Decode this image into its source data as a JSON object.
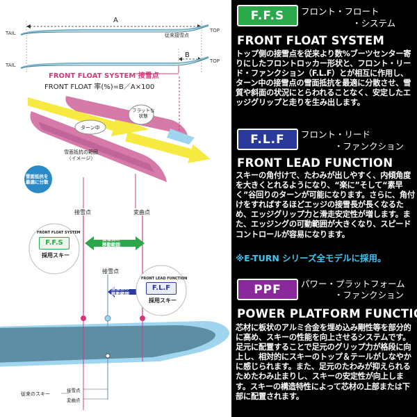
{
  "diagram": {
    "label_a": "A",
    "label_b": "B",
    "tail1": "TAIL",
    "top1": "TOP",
    "tail2": "TAIL",
    "top2": "TOP",
    "conventional_contact": "従来接雪点",
    "conventional_ski_label": "従来のスキー",
    "ffs_contact_title": "FRONT FLOAT SYSTEM 接雪点",
    "ffs_formula": "FRONT FLOAT 率(%)=B／A×100",
    "flat_state": "フラットな\n状態",
    "turn_middle": "ターン中",
    "snow_resist_range": "雪面抵抗の範囲\n（イメージ）",
    "snow_resist_optimal": "雪面抵抗を\n最適に分散",
    "contact_point": "接雪点",
    "bend_point": "変曲点",
    "ffs_adopt_title": "FRONT FLOAT SYSTEM",
    "ffs_badge": "F.F.S",
    "ffs_adopt_label": "採用スキー",
    "contact_range": "接雪点の\n移動範囲",
    "contact_point2": "接雪点",
    "contact_range2": "接雪点の\n移動範囲",
    "flf_adopt_title": "FRONT LEAD FUNCTION",
    "flf_badge": "F.L.F",
    "flf_adopt_label": "採用スキー",
    "bottom_contact": "接雪点",
    "bottom_bend": "変曲点"
  },
  "sections": {
    "ffs": {
      "badge": "F.F.S",
      "jp_title_1": "フロント・フロート",
      "jp_title_2": "・システム",
      "title": "FRONT FLOAT SYSTEM",
      "body": "トップ側の接雪点を従来より数%ブーツセンター寄りにしたフロントロッカー形状と、フロント・リード・ファンクション（F.L.F）とが相互に作用し、ターン中の接雪点の雪面抵抗を最適に分散させ、雪質や斜面の状況にとらわれることなく、安定したエッジグリップと走りを生み出します。"
    },
    "flf": {
      "badge": "F.L.F",
      "jp_title_1": "フロント・リード",
      "jp_title_2": "・ファンクション",
      "title": "FRONT LEAD FUNCTION",
      "body": "スキーの角付けで、たわみが出しやすく、内傾角度を大きくとれるようになり、“楽に”そして“素早く”谷回りのターンが可能になります。さらに、角付けをすればするほどエッジの接雪長が長くなるため、エッジグリップ力と滑走安定性が増します。また、エッジングの可動範囲が大きくなり、スピードコントロールが容易になります。",
      "eturn": "※E-TURN シリーズ全モデルに採用。"
    },
    "ppf": {
      "badge": "PPF",
      "jp_title_1": "パワー・プラットフォーム",
      "jp_title_2": "・ファンクション",
      "title": "POWER PLATFORM FUNCTION",
      "body": "芯材に板状のアルミ合金を埋め込み剛性等を部分的に高め、スキーの性能を向上させるシステムです。足元に配置することで足元のグリップ力が格段に向上し、相対的にスキーのトップ＆テールがしなやかに感じられます。また、足元のたわみが抑えられるためたわみ止まりし、スキーの安定性が向上します。スキーの構造特性によって芯材の上部または下部に配置されます。"
    }
  },
  "colors": {
    "ffs_green": "#2aa84a",
    "flf_blue": "#2a3a9a",
    "ppf_purple": "#8a2a9a",
    "pink": "#d0397e",
    "eturn_cyan": "#3ec6f2",
    "ski_teal": "#5d8ea3"
  }
}
